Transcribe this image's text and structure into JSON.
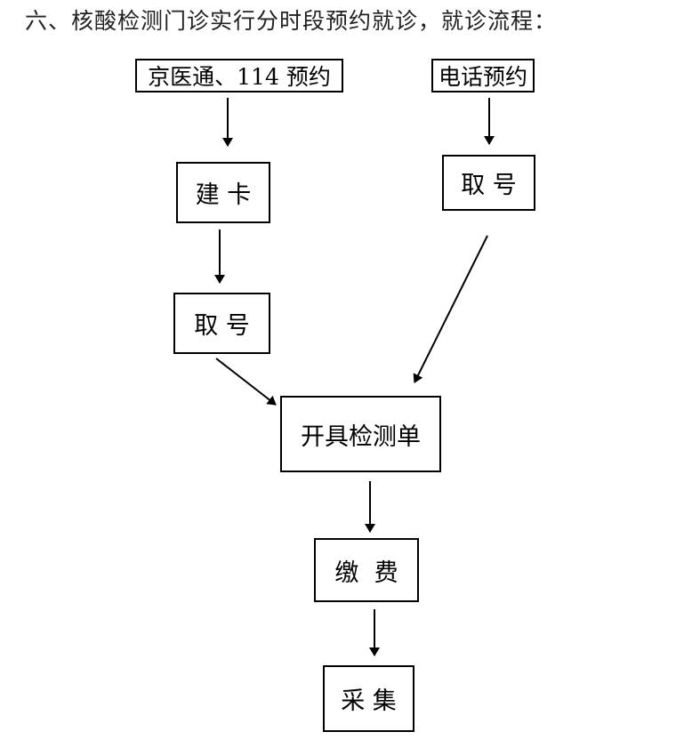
{
  "heading": "六、核酸检测门诊实行分时段预约就诊，就诊流程：",
  "nodes": {
    "jyt_114": "京医通、114 预约",
    "phone": "电话预约",
    "build_card": "建 卡",
    "take_number_left": "取 号",
    "take_number_right": "取 号",
    "issue_test_form": "开具检测单",
    "pay_fee": "缴  费",
    "collect": "采 集"
  },
  "edges": [
    {
      "from": "京医通、114 预约",
      "to": "建 卡"
    },
    {
      "from": "建 卡",
      "to": "取 号"
    },
    {
      "from": "取 号",
      "to": "开具检测单"
    },
    {
      "from": "电话预约",
      "to": "取 号"
    },
    {
      "from": "取 号",
      "to": "开具检测单"
    },
    {
      "from": "开具检测单",
      "to": "缴 费"
    },
    {
      "from": "缴 费",
      "to": "采 集"
    }
  ]
}
